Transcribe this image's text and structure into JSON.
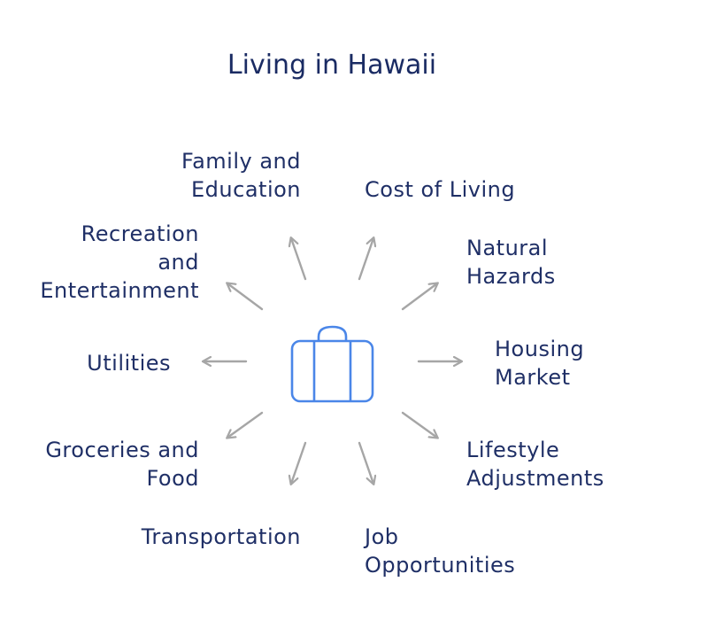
{
  "title": "Living in Hawaii",
  "center_icon": "suitcase-icon",
  "colors": {
    "title": "#1a2b63",
    "label": "#1f2f66",
    "arrow": "#a6a6a6",
    "icon": "#4a86e8"
  },
  "labels": {
    "family": [
      "Family and",
      "Education"
    ],
    "cost": [
      "Cost of Living"
    ],
    "recreation": [
      "Recreation",
      "and",
      "Entertainment"
    ],
    "hazards": [
      "Natural",
      "Hazards"
    ],
    "utilities": [
      "Utilities"
    ],
    "housing": [
      "Housing",
      "Market"
    ],
    "groceries": [
      "Groceries and",
      "Food"
    ],
    "lifestyle": [
      "Lifestyle",
      "Adjustments"
    ],
    "transportation": [
      "Transportation"
    ],
    "jobs": [
      "Job",
      "Opportunities"
    ]
  }
}
